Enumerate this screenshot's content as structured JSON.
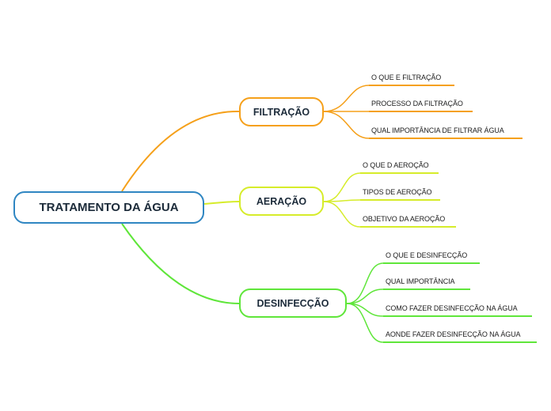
{
  "root": {
    "label": "TRATAMENTO DA ÁGUA",
    "color": "#2f86c2"
  },
  "branches": [
    {
      "label": "FILTRAÇÃO",
      "color": "#f5a01a",
      "items": [
        "O QUE E FILTRAÇÃO",
        "PROCESSO DA FILTRAÇÃO",
        "QUAL IMPORTÂNCIA DE FILTRAR ÁGUA"
      ]
    },
    {
      "label": "AERAÇÃO",
      "color": "#d6ec2a",
      "items": [
        "O QUE D AEROÇÃO",
        "TIPOS DE AEROÇÃO",
        "OBJETIVO DA AEROÇÃO"
      ]
    },
    {
      "label": "DESINFECÇÃO",
      "color": "#5fe63a",
      "items": [
        "O QUE E DESINFECÇÃO",
        "QUAL IMPORTÂNCIA",
        "COMO FAZER DESINFECÇÃO NA ÁGUA",
        "AONDE FAZER DESINFECÇÃO NA ÁGUA"
      ]
    }
  ]
}
